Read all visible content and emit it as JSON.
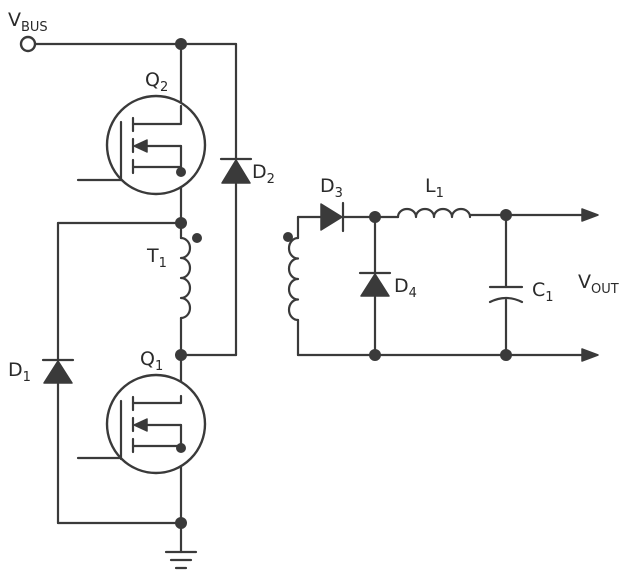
{
  "labels": {
    "vbus": {
      "main": "V",
      "sub": "BUS"
    },
    "q2": {
      "main": "Q",
      "sub": "2"
    },
    "q1": {
      "main": "Q",
      "sub": "1"
    },
    "d2": {
      "main": "D",
      "sub": "2"
    },
    "d1": {
      "main": "D",
      "sub": "1"
    },
    "d3": {
      "main": "D",
      "sub": "3"
    },
    "d4": {
      "main": "D",
      "sub": "4"
    },
    "t1": {
      "main": "T",
      "sub": "1"
    },
    "l1": {
      "main": "L",
      "sub": "1"
    },
    "c1": {
      "main": "C",
      "sub": "1"
    },
    "vout": {
      "main": "V",
      "sub": "OUT"
    }
  }
}
